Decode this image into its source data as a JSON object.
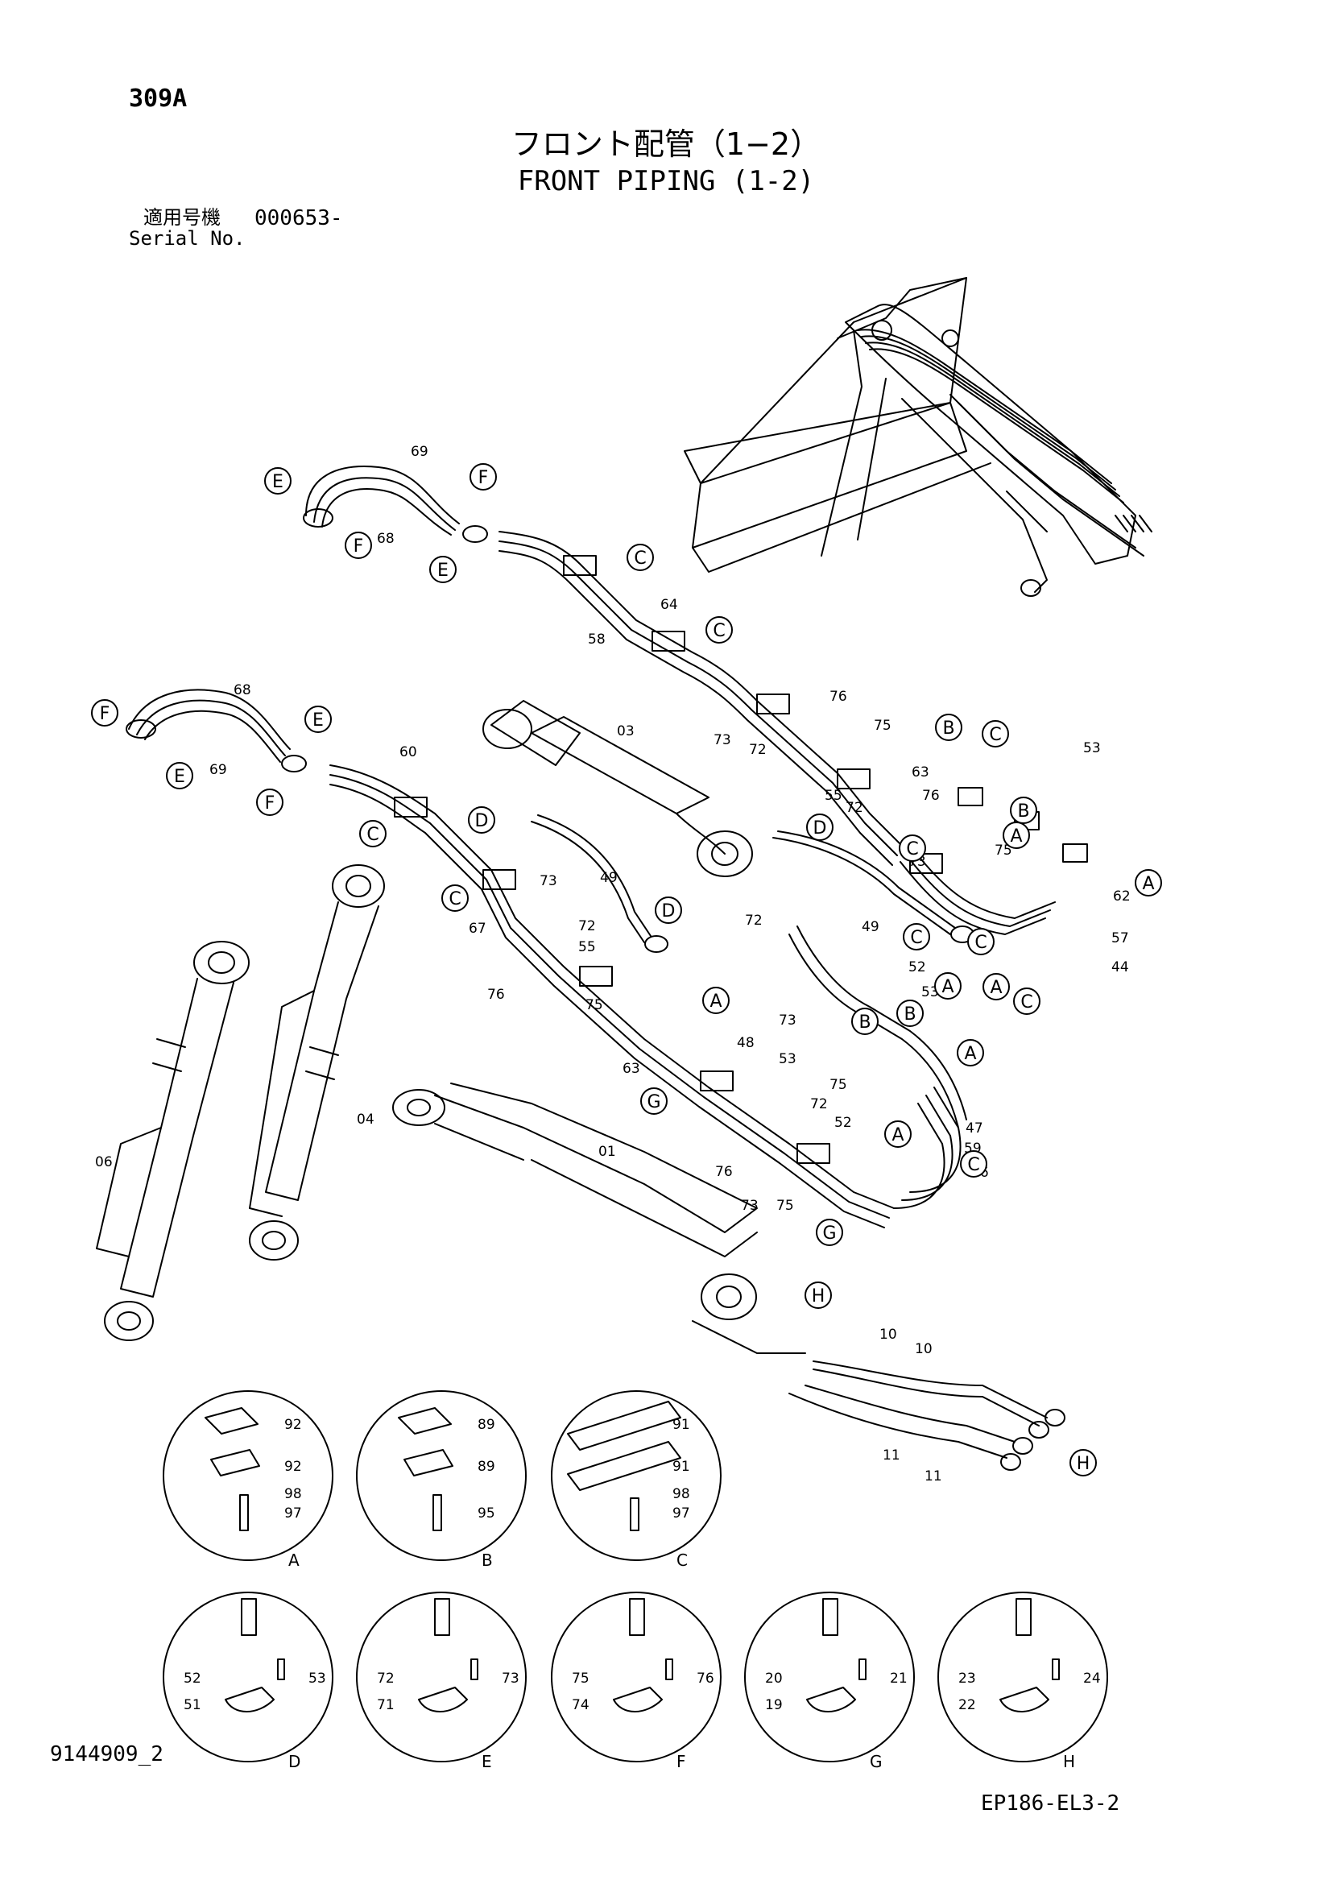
{
  "header": {
    "page_number": "309A",
    "title_ja": "フロント配管（1−2）",
    "title_en": "FRONT PIPING (1-2)",
    "serial_label_ja": "適用号機",
    "serial_value": "000653-",
    "serial_label_en": "Serial No."
  },
  "footer": {
    "drawing_number": "9144909_2",
    "sheet_code": "EP186-EL3-2"
  },
  "part_numbers": [
    "69",
    "68",
    "64",
    "58",
    "68",
    "60",
    "69",
    "03",
    "76",
    "73",
    "72",
    "75",
    "72",
    "53",
    "63",
    "55",
    "76",
    "75",
    "49",
    "73",
    "73",
    "72",
    "49",
    "62",
    "57",
    "44",
    "67",
    "55",
    "72",
    "76",
    "75",
    "52",
    "53",
    "73",
    "48",
    "63",
    "53",
    "75",
    "72",
    "52",
    "47",
    "59",
    "66",
    "76",
    "73",
    "75",
    "01",
    "04",
    "06",
    "10",
    "10",
    "11",
    "11"
  ],
  "callout_letters": [
    "E",
    "E",
    "F",
    "F",
    "C",
    "C",
    "F",
    "E",
    "E",
    "F",
    "D",
    "D",
    "D",
    "C",
    "C",
    "C",
    "C",
    "C",
    "B",
    "A",
    "B",
    "A",
    "A",
    "C",
    "C",
    "B",
    "B",
    "A",
    "A",
    "A",
    "A",
    "C",
    "G",
    "G",
    "H",
    "H"
  ],
  "details": [
    {
      "letter": "A",
      "labels": [
        "92",
        "92",
        "98",
        "97"
      ]
    },
    {
      "letter": "B",
      "labels": [
        "89",
        "89",
        "95"
      ]
    },
    {
      "letter": "C",
      "labels": [
        "91",
        "91",
        "98",
        "97"
      ]
    },
    {
      "letter": "D",
      "labels": [
        "52",
        "53",
        "51"
      ]
    },
    {
      "letter": "E",
      "labels": [
        "72",
        "73",
        "71"
      ]
    },
    {
      "letter": "F",
      "labels": [
        "75",
        "76",
        "74"
      ]
    },
    {
      "letter": "G",
      "labels": [
        "20",
        "21",
        "19"
      ]
    },
    {
      "letter": "H",
      "labels": [
        "23",
        "24",
        "22"
      ]
    }
  ]
}
